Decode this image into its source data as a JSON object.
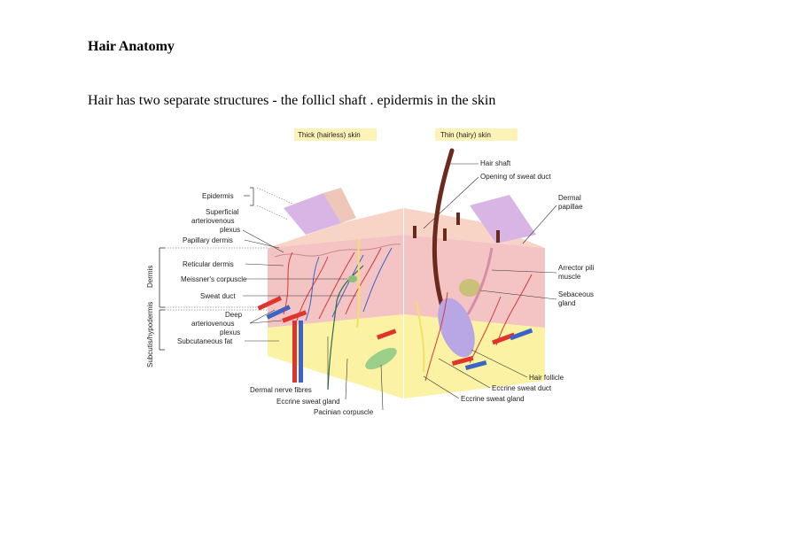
{
  "document": {
    "title": "Hair Anatomy",
    "intro": "Hair has two separate structures - the follicl shaft . epidermis in the skin"
  },
  "figure": {
    "captions": {
      "thick": "Thick (hairless) skin",
      "thin": "Thin (hairy) skin"
    },
    "side_labels": {
      "dermis": "Dermis",
      "subcutis": "Subcutis/hypodermis"
    },
    "left_labels": {
      "epidermis": "Epidermis",
      "superficial_1": "Superficial",
      "superficial_2": "arteriovenous",
      "superficial_3": "plexus",
      "papillary": "Papillary dermis",
      "reticular": "Reticular dermis",
      "meissner": "Meissner's corpuscle",
      "sweat_duct": "Sweat duct",
      "deep_1": "Deep",
      "deep_2": "arteriovenous",
      "deep_3": "plexus",
      "subcutaneous": "Subcutaneous fat"
    },
    "bottom_labels": {
      "nerve": "Dermal nerve fibres",
      "eccrine_gland": "Eccrine sweat gland",
      "pacinian": "Pacinian corpuscle"
    },
    "right_labels": {
      "hair_shaft": "Hair shaft",
      "opening": "Opening of sweat duct",
      "dermal_1": "Dermal",
      "dermal_2": "papillae",
      "arrector_1": "Arrector pili",
      "arrector_2": "muscle",
      "sebaceous_1": "Sebaceous",
      "sebaceous_2": "gland",
      "follicle": "Hair follicle",
      "eccrine_duct": "Eccrine sweat duct",
      "eccrine_gland": "Eccrine sweat gland"
    },
    "colors": {
      "epidermis": "#d9b5e6",
      "dermis": "#f4c3c3",
      "fat": "#fbf2a3",
      "artery": "#e0332b",
      "vein": "#3a64c8",
      "caption_bg": "#fbf3b8",
      "hair": "#6b2a1d"
    }
  }
}
